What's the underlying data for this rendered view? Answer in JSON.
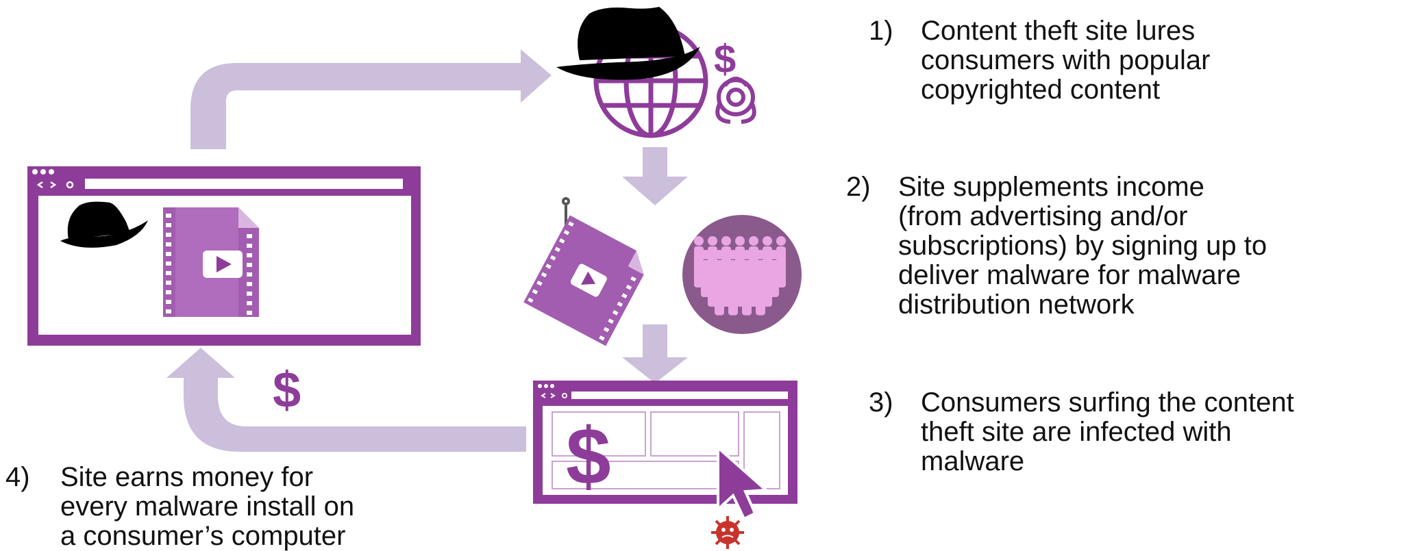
{
  "steps": [
    {
      "number": "1)",
      "text": "Content theft site lures\nconsumers with popular\ncopyrighted content"
    },
    {
      "number": "2)",
      "text": "Site supplements income\n(from advertising and/or\nsubscriptions) by signing up to\ndeliver malware for malware\ndistribution network"
    },
    {
      "number": "3)",
      "text": "Consumers surfing the content\ntheft site are infected with\nmalware"
    },
    {
      "number": "4)",
      "text": "Site earns money for\nevery malware install on\na consumer’s computer"
    }
  ],
  "symbols": {
    "dollar": "$"
  },
  "colors": {
    "purple": "#8e3c9a",
    "mid_purple": "#a25cb0",
    "arrow_lavender": "#cbbfdc",
    "circle_purple": "#8a5a8c",
    "crowd_pink": "#e9a6e3",
    "black": "#000000",
    "red": "#c8332b"
  },
  "icons": [
    "fedora-hat-icon",
    "globe-icon",
    "biohazard-icon",
    "fishhook-icon",
    "film-video-icon",
    "crowd-icon",
    "mouse-cursor-icon",
    "virus-bug-icon",
    "browser-window-icon"
  ]
}
